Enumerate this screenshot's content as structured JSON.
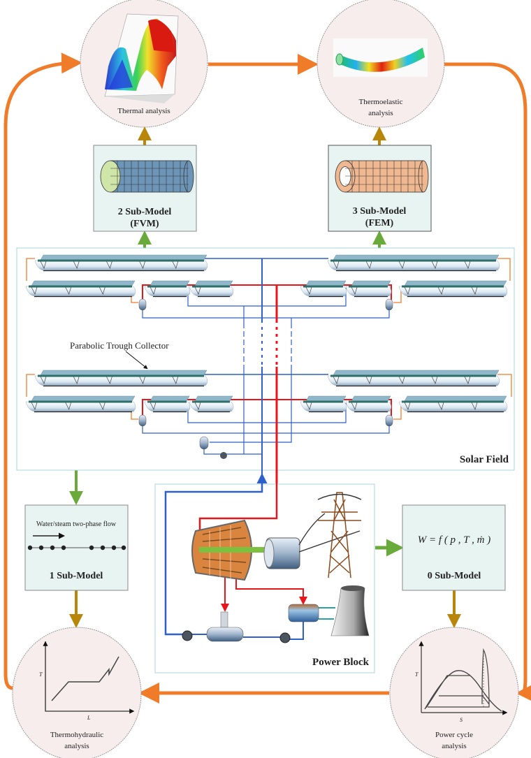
{
  "analyses": {
    "thermal": {
      "label": "Thermal analysis"
    },
    "thermoelastic": {
      "line1": "Thermoelastic",
      "line2": "analysis"
    },
    "thermohydraulic": {
      "line1": "Thermohydraulic",
      "line2": "analysis",
      "axis_y": "T",
      "axis_x": "L"
    },
    "power_cycle": {
      "line1": "Power cycle",
      "line2": "analysis",
      "axis_y": "T",
      "axis_x": "S"
    }
  },
  "submodels": {
    "sm2": {
      "title": "2 Sub-Model",
      "method": "(FVM)"
    },
    "sm3": {
      "title": "3 Sub-Model",
      "method": "(FEM)"
    },
    "sm1": {
      "title": "1 Sub-Model",
      "caption": "Water/steam two-phase flow"
    },
    "sm0": {
      "title": "0 Sub-Model",
      "formula": "W = f ( p , T , ṁ )"
    }
  },
  "solar_field": {
    "title": "Solar Field",
    "collector_label": "Parabolic Trough Collector"
  },
  "power_block": {
    "title": "Power Block"
  },
  "colors": {
    "feedback_arrow": "#f07c2a",
    "model_to_analysis_arrow": "#b8860b",
    "input_arrow": "#6aaa3a",
    "hot_pipe": "#e8151b",
    "cold_pipe": "#2f5fc8",
    "box_fill": "#e8f4f1",
    "circle_fill": "#f8eded"
  }
}
